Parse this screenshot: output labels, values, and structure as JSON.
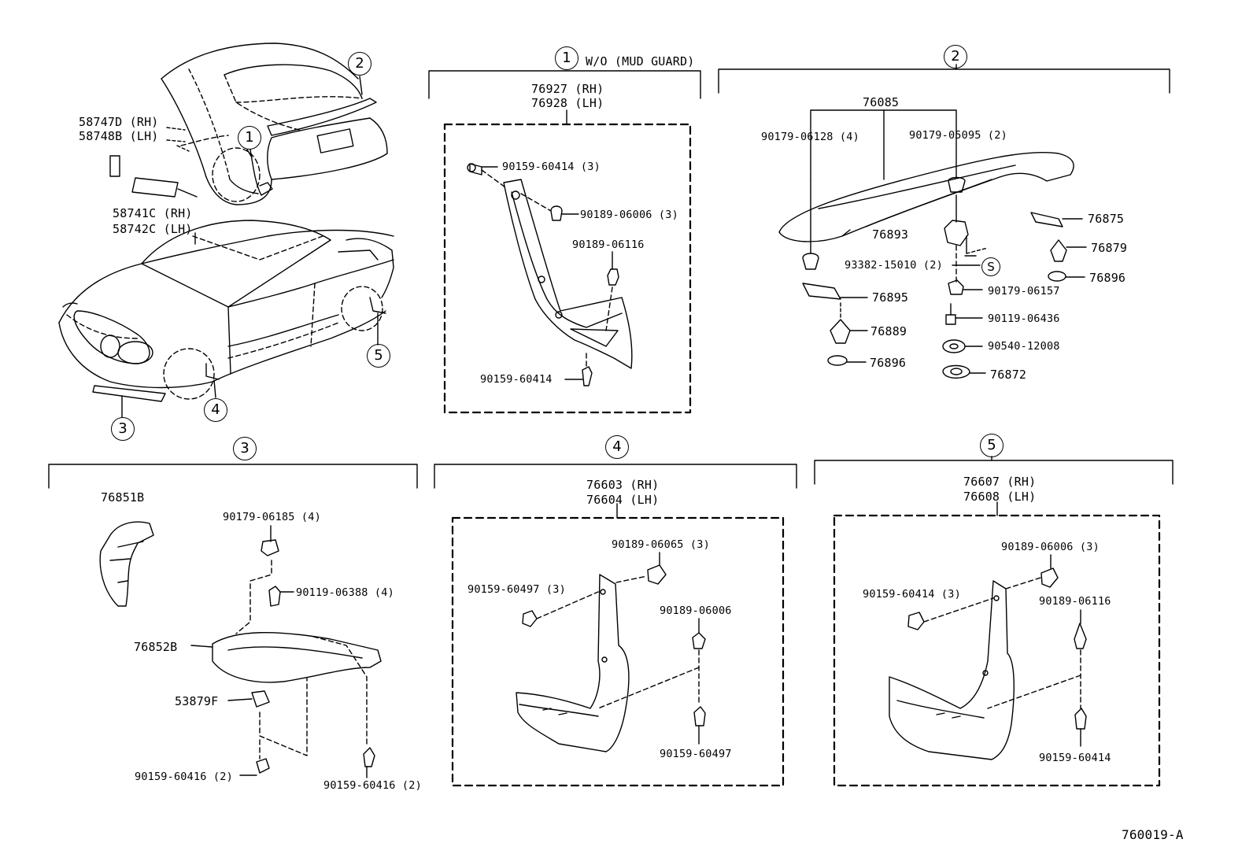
{
  "callouts": [
    "1",
    "2",
    "3",
    "4",
    "5",
    "S"
  ],
  "vehicle": {
    "label_58747d": "58747D (RH)",
    "label_58748b": "58748B (LH)",
    "label_58741c": "58741C (RH)",
    "label_58742c": "58742C (LH)"
  },
  "section1": {
    "header": "W/O (MUD GUARD)",
    "part_rh": "76927 (RH)",
    "part_lh": "76928 (LH)",
    "p1": "90159-60414 (3)",
    "p2": "90189-06006 (3)",
    "p3": "90189-06116",
    "p4": "90159-60414"
  },
  "section2": {
    "spoiler": "76085",
    "p1": "90179-06128 (4)",
    "p2": "90179-05095 (2)",
    "p3": "76875",
    "p4": "76893",
    "p5": "76879",
    "p6": "93382-15010 (2)",
    "p7": "76896",
    "p8": "76895",
    "p9": "90179-06157",
    "p10": "90119-06436",
    "p11": "76889",
    "p12": "90540-12008",
    "p13": "76896",
    "p14": "76872"
  },
  "section3": {
    "p1": "76851B",
    "p2": "90179-06185 (4)",
    "p3": "90119-06388 (4)",
    "p4": "76852B",
    "p5": "53879F",
    "p6": "90159-60416 (2)",
    "p7": "90159-60416 (2)"
  },
  "section4": {
    "part_rh": "76603 (RH)",
    "part_lh": "76604 (LH)",
    "p1": "90189-06065 (3)",
    "p2": "90159-60497 (3)",
    "p3": "90189-06006",
    "p4": "90159-60497"
  },
  "section5": {
    "part_rh": "76607 (RH)",
    "part_lh": "76608 (LH)",
    "p1": "90189-06006 (3)",
    "p2": "90159-60414 (3)",
    "p3": "90189-06116",
    "p4": "90159-60414"
  },
  "figure_code": "760019-A"
}
